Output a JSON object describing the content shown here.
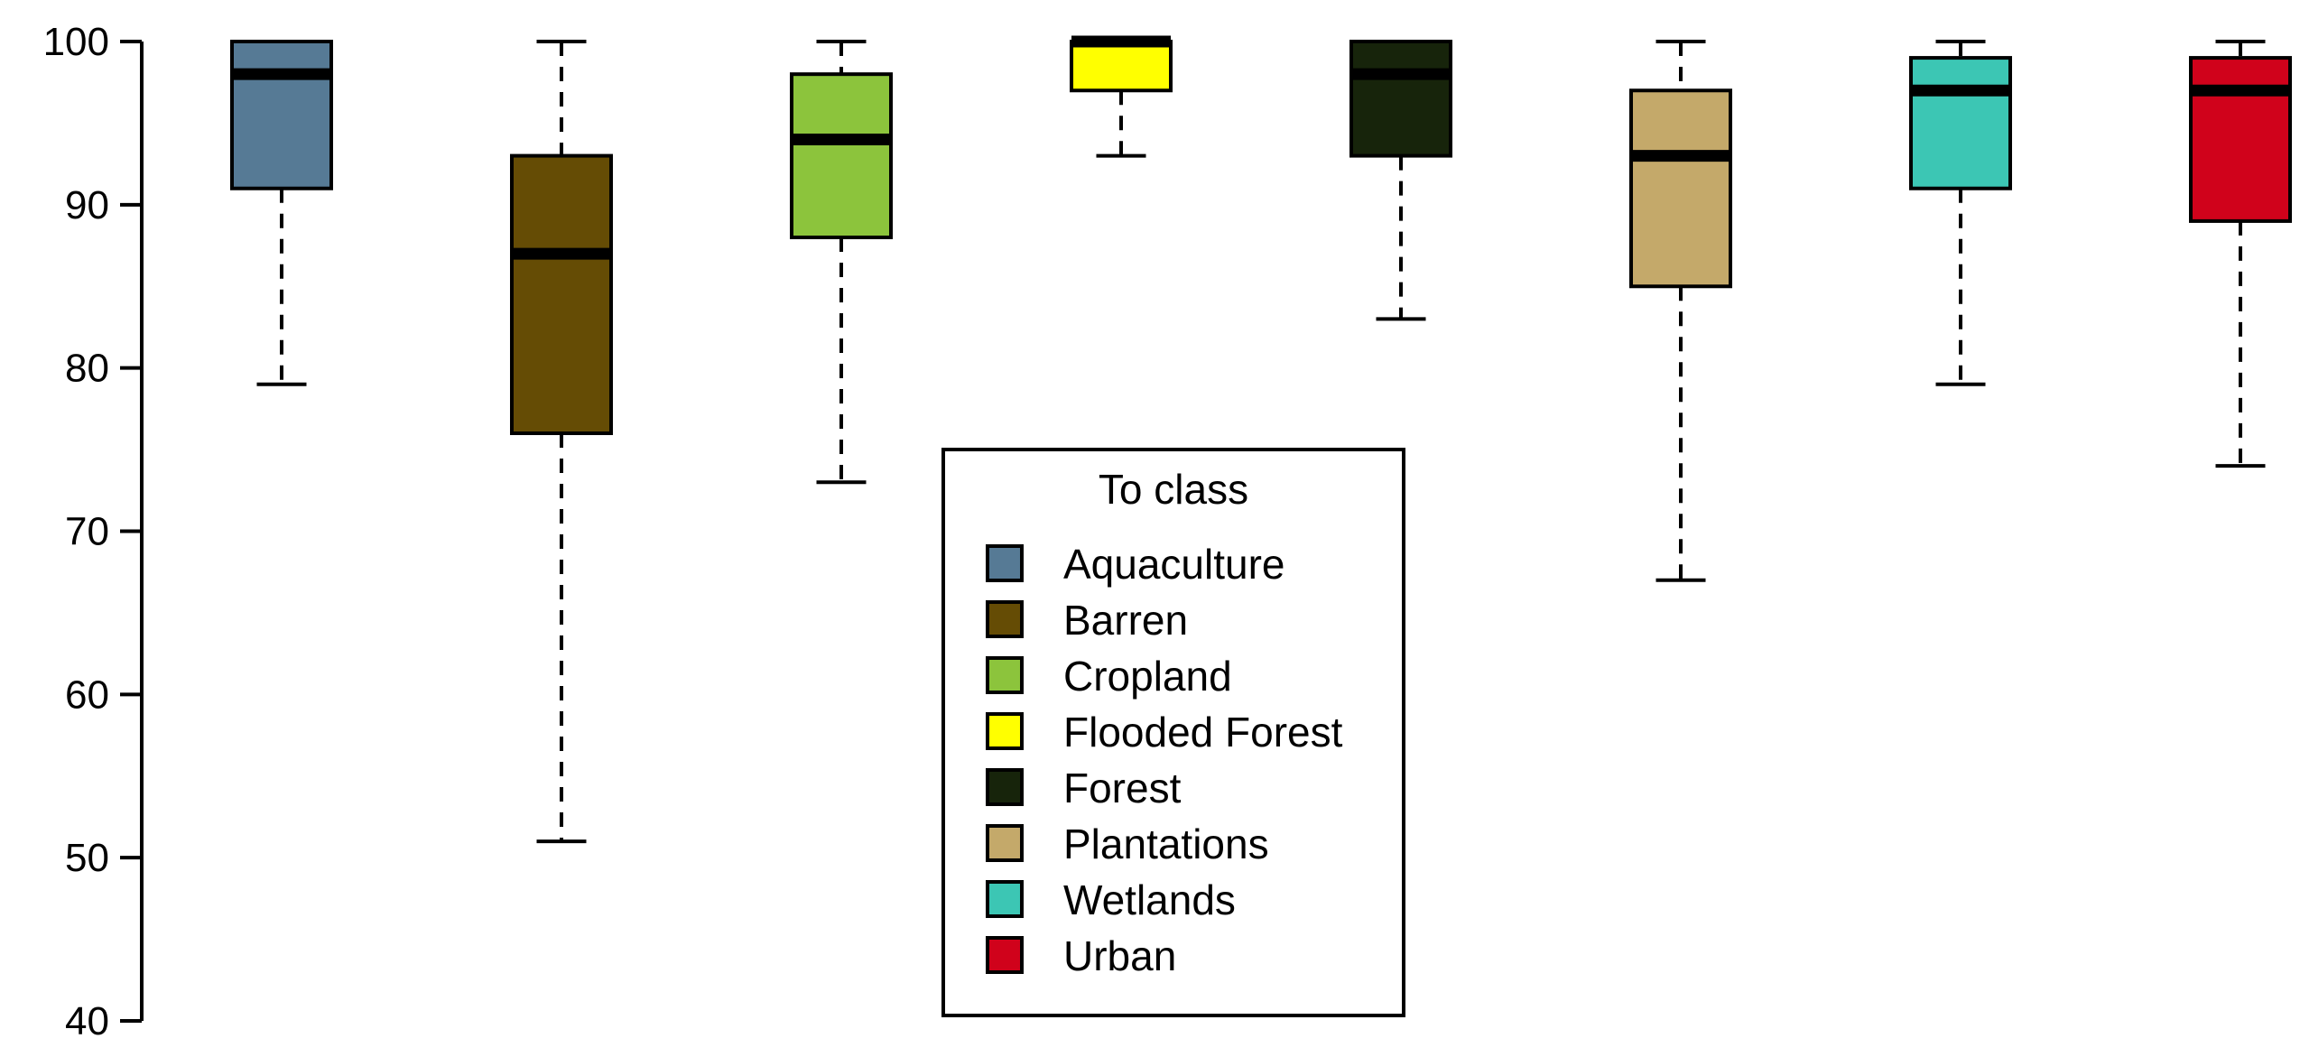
{
  "chart_data": {
    "type": "boxplot",
    "ylim": [
      40,
      100
    ],
    "yticks": [
      40,
      50,
      60,
      70,
      80,
      90,
      100
    ],
    "grid": false,
    "legend": {
      "title": "To class",
      "placement": "bottom-center"
    },
    "series": [
      {
        "name": "Aquaculture",
        "color": "#567A95",
        "min": 79,
        "q1": 91,
        "median": 98,
        "q3": 100,
        "max": 100
      },
      {
        "name": "Barren",
        "color": "#654C05",
        "min": 51,
        "q1": 76,
        "median": 87,
        "q3": 93,
        "max": 100
      },
      {
        "name": "Cropland",
        "color": "#8CC43C",
        "min": 73,
        "q1": 88,
        "median": 94,
        "q3": 98,
        "max": 100
      },
      {
        "name": "Flooded Forest",
        "color": "#FFFF00",
        "min": 93,
        "q1": 97,
        "median": 100,
        "q3": 100,
        "max": 100
      },
      {
        "name": "Forest",
        "color": "#17240B",
        "min": 83,
        "q1": 93,
        "median": 98,
        "q3": 100,
        "max": 100
      },
      {
        "name": "Plantations",
        "color": "#C4A96A",
        "min": 67,
        "q1": 85,
        "median": 93,
        "q3": 97,
        "max": 100
      },
      {
        "name": "Wetlands",
        "color": "#3CC6B4",
        "min": 79,
        "q1": 91,
        "median": 97,
        "q3": 99,
        "max": 100
      },
      {
        "name": "Urban",
        "color": "#D0021B",
        "min": 74,
        "q1": 89,
        "median": 97,
        "q3": 99,
        "max": 100
      }
    ]
  }
}
